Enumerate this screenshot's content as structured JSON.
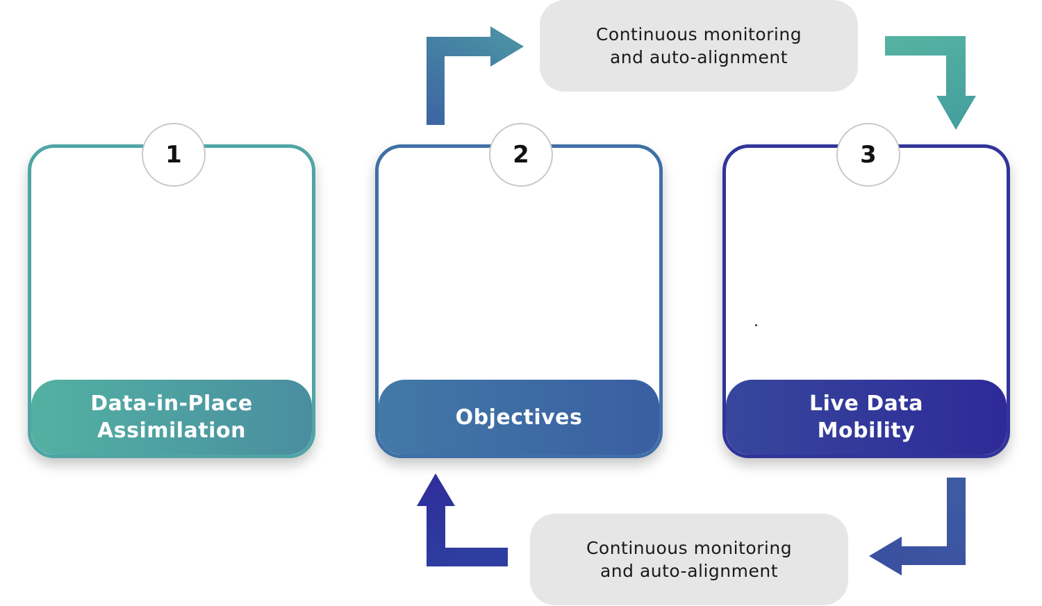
{
  "steps": [
    {
      "number": "1",
      "label": "Data-in-Place\nAssimilation"
    },
    {
      "number": "2",
      "label": "Objectives"
    },
    {
      "number": "3",
      "label": "Live Data\nMobility"
    }
  ],
  "loop_labels": {
    "top": "Continuous monitoring\nand auto-alignment",
    "bottom": "Continuous monitoring\nand auto-alignment"
  },
  "colors": {
    "teal": "#52b1a2",
    "steel_blue": "#3f6fa6",
    "indigo": "#2e2a98"
  }
}
